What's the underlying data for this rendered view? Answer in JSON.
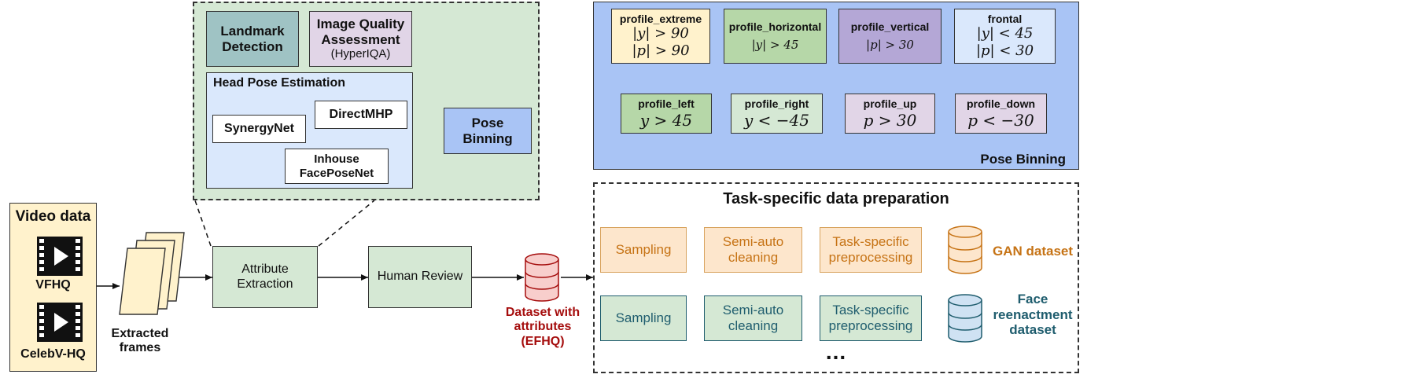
{
  "colors": {
    "green_fill": "#d5e8d4",
    "yellow_fill": "#fff2cc",
    "teal_fill": "#9fc3c4",
    "purple_fill": "#e1d5e7",
    "blue_fill": "#dae8fc",
    "pose_blue": "#a9c4f5",
    "orange": "#c67315",
    "orange_fill": "#fde6cc",
    "teal_dark": "#1f5d6e",
    "db_blue_fill": "#cfe2f3",
    "dark_red": "#a50d0d",
    "db_red_fill": "#f8cecc"
  },
  "video": {
    "title": "Video data",
    "sources": [
      "VFHQ",
      "CelebV-HQ"
    ],
    "icon": "film-icon"
  },
  "frames": {
    "label_lines": [
      "Extracted",
      "frames"
    ]
  },
  "attribute_extraction": {
    "label_lines": [
      "Attribute",
      "Extraction"
    ]
  },
  "human_review": {
    "label": "Human Review"
  },
  "dataset": {
    "label_lines": [
      "Dataset with",
      "attributes",
      "(EFHQ)"
    ]
  },
  "zoom": {
    "landmark_lines": [
      "Landmark",
      "Detection"
    ],
    "iqa_lines": [
      "Image Quality",
      "Assessment"
    ],
    "iqa_sub": "(HyperIQA)",
    "hpe_title": "Head Pose Estimation",
    "synergynet": "SynergyNet",
    "directmhp": "DirectMHP",
    "inhouse_lines": [
      "Inhouse",
      "FacePoseNet"
    ],
    "pose_binning_lines": [
      "Pose",
      "Binning"
    ]
  },
  "pose_binning": {
    "caption": "Pose Binning",
    "top": [
      {
        "name": "profile_extreme",
        "rules": [
          "|y| > 90",
          "|p| > 90"
        ]
      },
      {
        "name": "profile_horizontal",
        "rules": [
          "|y| > 45"
        ]
      },
      {
        "name": "profile_vertical",
        "rules": [
          "|p| > 30"
        ]
      },
      {
        "name": "frontal",
        "rules": [
          "|y| < 45",
          "|p| < 30"
        ]
      }
    ],
    "bottom": [
      {
        "name": "profile_left",
        "rule": "y > 45"
      },
      {
        "name": "profile_right",
        "rule": "y < −45"
      },
      {
        "name": "profile_up",
        "rule": "p > 30"
      },
      {
        "name": "profile_down",
        "rule": "p < −30"
      }
    ]
  },
  "task": {
    "title": "Task-specific data preparation",
    "rows": [
      {
        "steps": [
          "Sampling",
          [
            "Semi-auto",
            "cleaning"
          ],
          [
            "Task-specific",
            "preprocessing"
          ]
        ],
        "output_lines": [
          "GAN dataset"
        ]
      },
      {
        "steps": [
          "Sampling",
          [
            "Semi-auto",
            "cleaning"
          ],
          [
            "Task-specific",
            "preprocessing"
          ]
        ],
        "output_lines": [
          "Face",
          "reenactment",
          "dataset"
        ]
      }
    ],
    "ellipsis": "..."
  }
}
